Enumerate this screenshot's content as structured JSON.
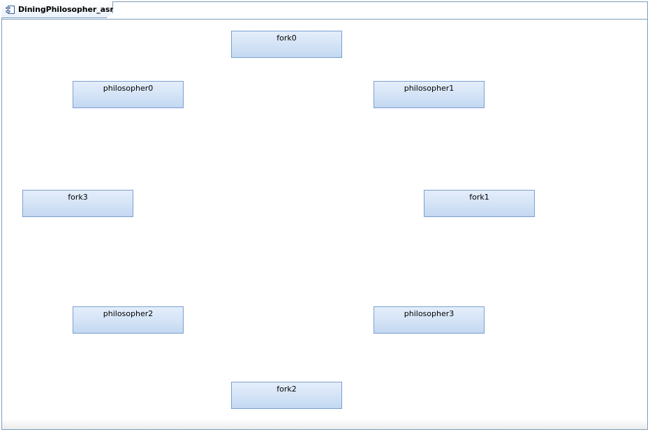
{
  "diagram": {
    "title": "DiningPhilosopher_asm",
    "icon": "component-icon",
    "colors": {
      "frame_border": "#7f9db9",
      "node_border": "#7a9fd0",
      "node_fill_top": "#e4eefb",
      "node_fill_bottom": "#c3d8f1"
    },
    "nodes": [
      {
        "id": "fork0",
        "label": "fork0"
      },
      {
        "id": "philosopher0",
        "label": "philosopher0"
      },
      {
        "id": "philosopher1",
        "label": "philosopher1"
      },
      {
        "id": "fork3",
        "label": "fork3"
      },
      {
        "id": "fork1",
        "label": "fork1"
      },
      {
        "id": "philosopher2",
        "label": "philosopher2"
      },
      {
        "id": "philosopher3",
        "label": "philosopher3"
      },
      {
        "id": "fork2",
        "label": "fork2"
      }
    ]
  }
}
